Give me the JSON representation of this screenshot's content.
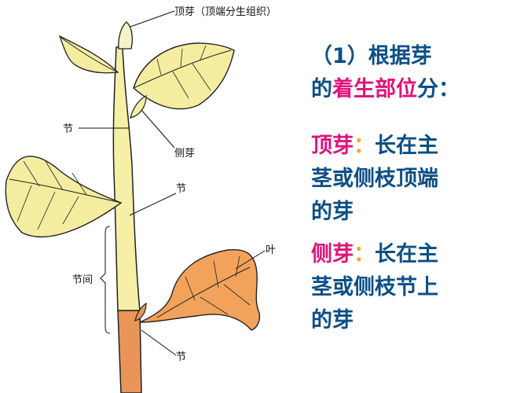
{
  "diagram": {
    "labels": {
      "terminal_bud": "顶芽（顶端分生组织）",
      "node_top": "节",
      "lateral_bud": "侧芽",
      "node_middle": "节",
      "internode": "节间",
      "leaf": "叶",
      "node_bottom": "节"
    }
  },
  "text": {
    "heading_line1": "（1）根据芽",
    "heading_line2_a": "的",
    "heading_line2_b": "着生部位",
    "heading_line2_c": "分：",
    "terminal_term": "顶芽",
    "terminal_colon": "：",
    "terminal_def_1": "长在主",
    "terminal_def_2": "茎或侧枝顶端",
    "terminal_def_3": "的芽",
    "lateral_term": "侧芽",
    "lateral_colon": "：",
    "lateral_def_1": "长在主",
    "lateral_def_2": "茎或侧枝节上",
    "lateral_def_3": "的芽"
  },
  "colors": {
    "stem_yellow": "#f6f0a6",
    "leaf_yellow": "#f4eda0",
    "leaf_orange": "#f2a25a",
    "stem_orange": "#e9955a",
    "text_blue": "#0b4f86",
    "text_magenta": "#e0137a",
    "text_orange": "#f7a81b"
  }
}
